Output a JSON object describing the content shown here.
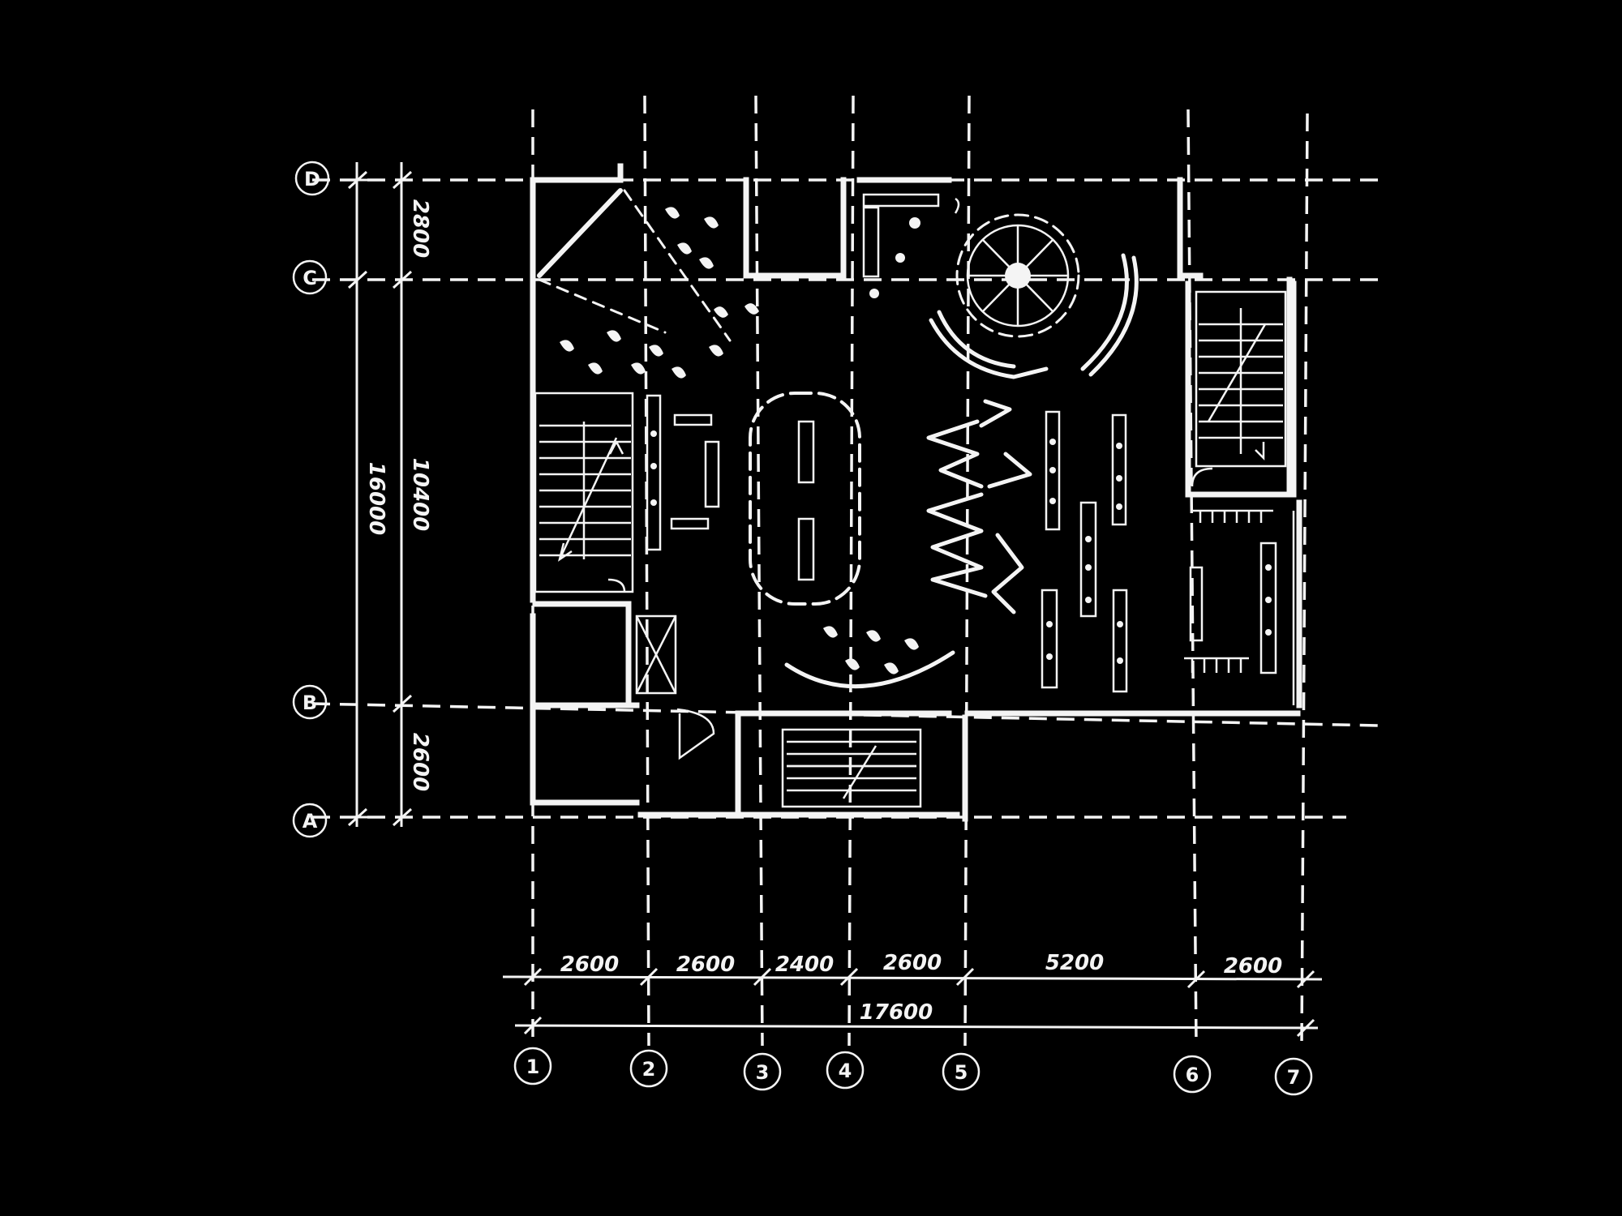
{
  "colors": {
    "background": "#000000",
    "ink": "#f4f4f4"
  },
  "axes_horizontal": [
    "A",
    "B",
    "C",
    "D"
  ],
  "axes_vertical": [
    "1",
    "2",
    "3",
    "4",
    "5",
    "6",
    "7"
  ],
  "dimensions_vertical": {
    "segment_cd": "2800",
    "segment_bc": "10400",
    "segment_ab": "2600",
    "total": "16000"
  },
  "dimensions_horizontal": {
    "segments": [
      "2600",
      "2600",
      "2400",
      "2600",
      "5200",
      "2600"
    ],
    "total": "17600"
  }
}
